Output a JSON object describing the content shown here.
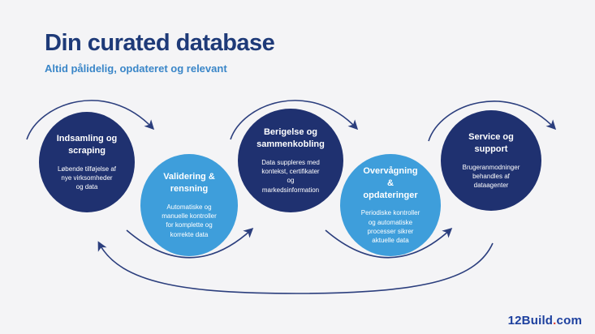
{
  "page": {
    "title": "Din curated database",
    "subtitle": "Altid pålidelig, opdateret og relevant"
  },
  "diagram": {
    "steps": [
      {
        "title": "Indsamling og\nscraping",
        "body": "Løbende tilføjelse af\nnye virksomheder\nog data",
        "tone": "dark"
      },
      {
        "title": "Validering &\nrensning",
        "body": "Automatiske og\nmanuelle kontroller\nfor komplette og\nkorrekte data",
        "tone": "light"
      },
      {
        "title": "Berigelse og\nsammenkobling",
        "body": "Data suppleres med\nkontekst, certifikater\nog\nmarkedsinformation",
        "tone": "dark"
      },
      {
        "title": "Overvågning\n&\nopdateringer",
        "body": "Periodiske kontroller\nog automatiske\nprocesser sikrer\naktuelle data",
        "tone": "light"
      },
      {
        "title": "Service og\nsupport",
        "body": "Brugeranmodninger\nbehandles af\ndataagenter",
        "tone": "dark"
      }
    ]
  },
  "footer": {
    "logo_name": "12Build",
    "logo_dot": ".",
    "logo_tld": "com"
  },
  "colors": {
    "background": "#f4f4f6",
    "dark_circle": "#1f3170",
    "light_circle": "#3e9edb",
    "title_text": "#1e3a78",
    "subtitle_text": "#3a86c8",
    "arrow": "#2b3e7d",
    "logo_blue": "#1c3f9e",
    "logo_dot_red": "#e03c31"
  }
}
